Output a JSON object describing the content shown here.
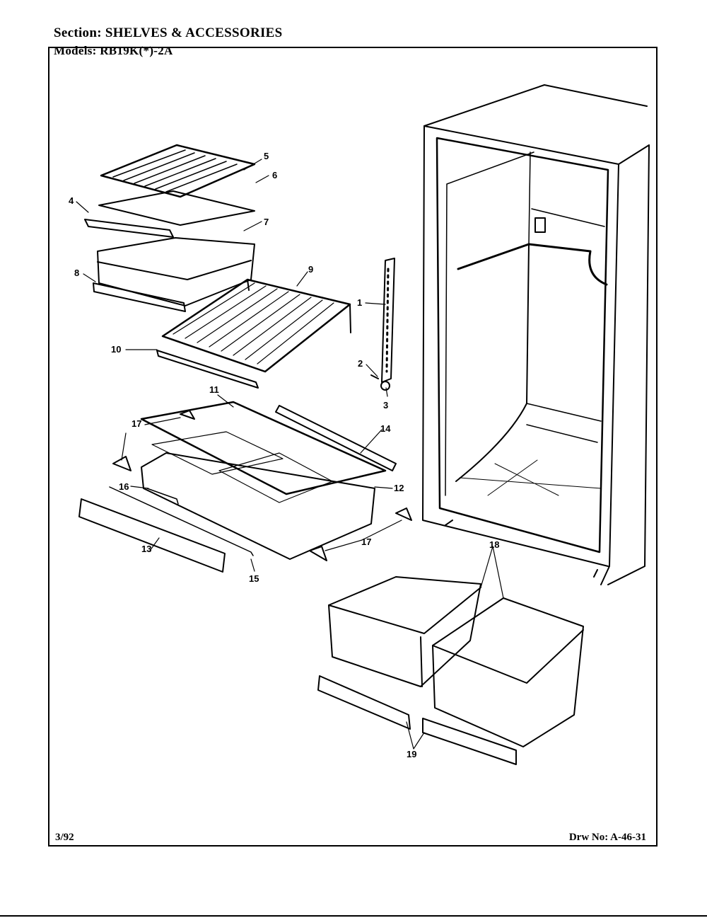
{
  "header": {
    "section_label": "Section:",
    "section_value": "SHELVES & ACCESSORIES",
    "models_label": "Models:",
    "models_value": "RB19K(*)-2A"
  },
  "footer": {
    "date": "3/92",
    "drawing_label": "Drw No:",
    "drawing_number": "A-46-31"
  },
  "callouts": {
    "c1": "1",
    "c2": "2",
    "c3": "3",
    "c4": "4",
    "c5": "5",
    "c6": "6",
    "c7": "7",
    "c8": "8",
    "c9": "9",
    "c10": "10",
    "c11": "11",
    "c12": "12",
    "c13": "13",
    "c14": "14",
    "c15": "15",
    "c16": "16",
    "c17a": "17",
    "c17b": "17",
    "c18": "18",
    "c19": "19"
  }
}
